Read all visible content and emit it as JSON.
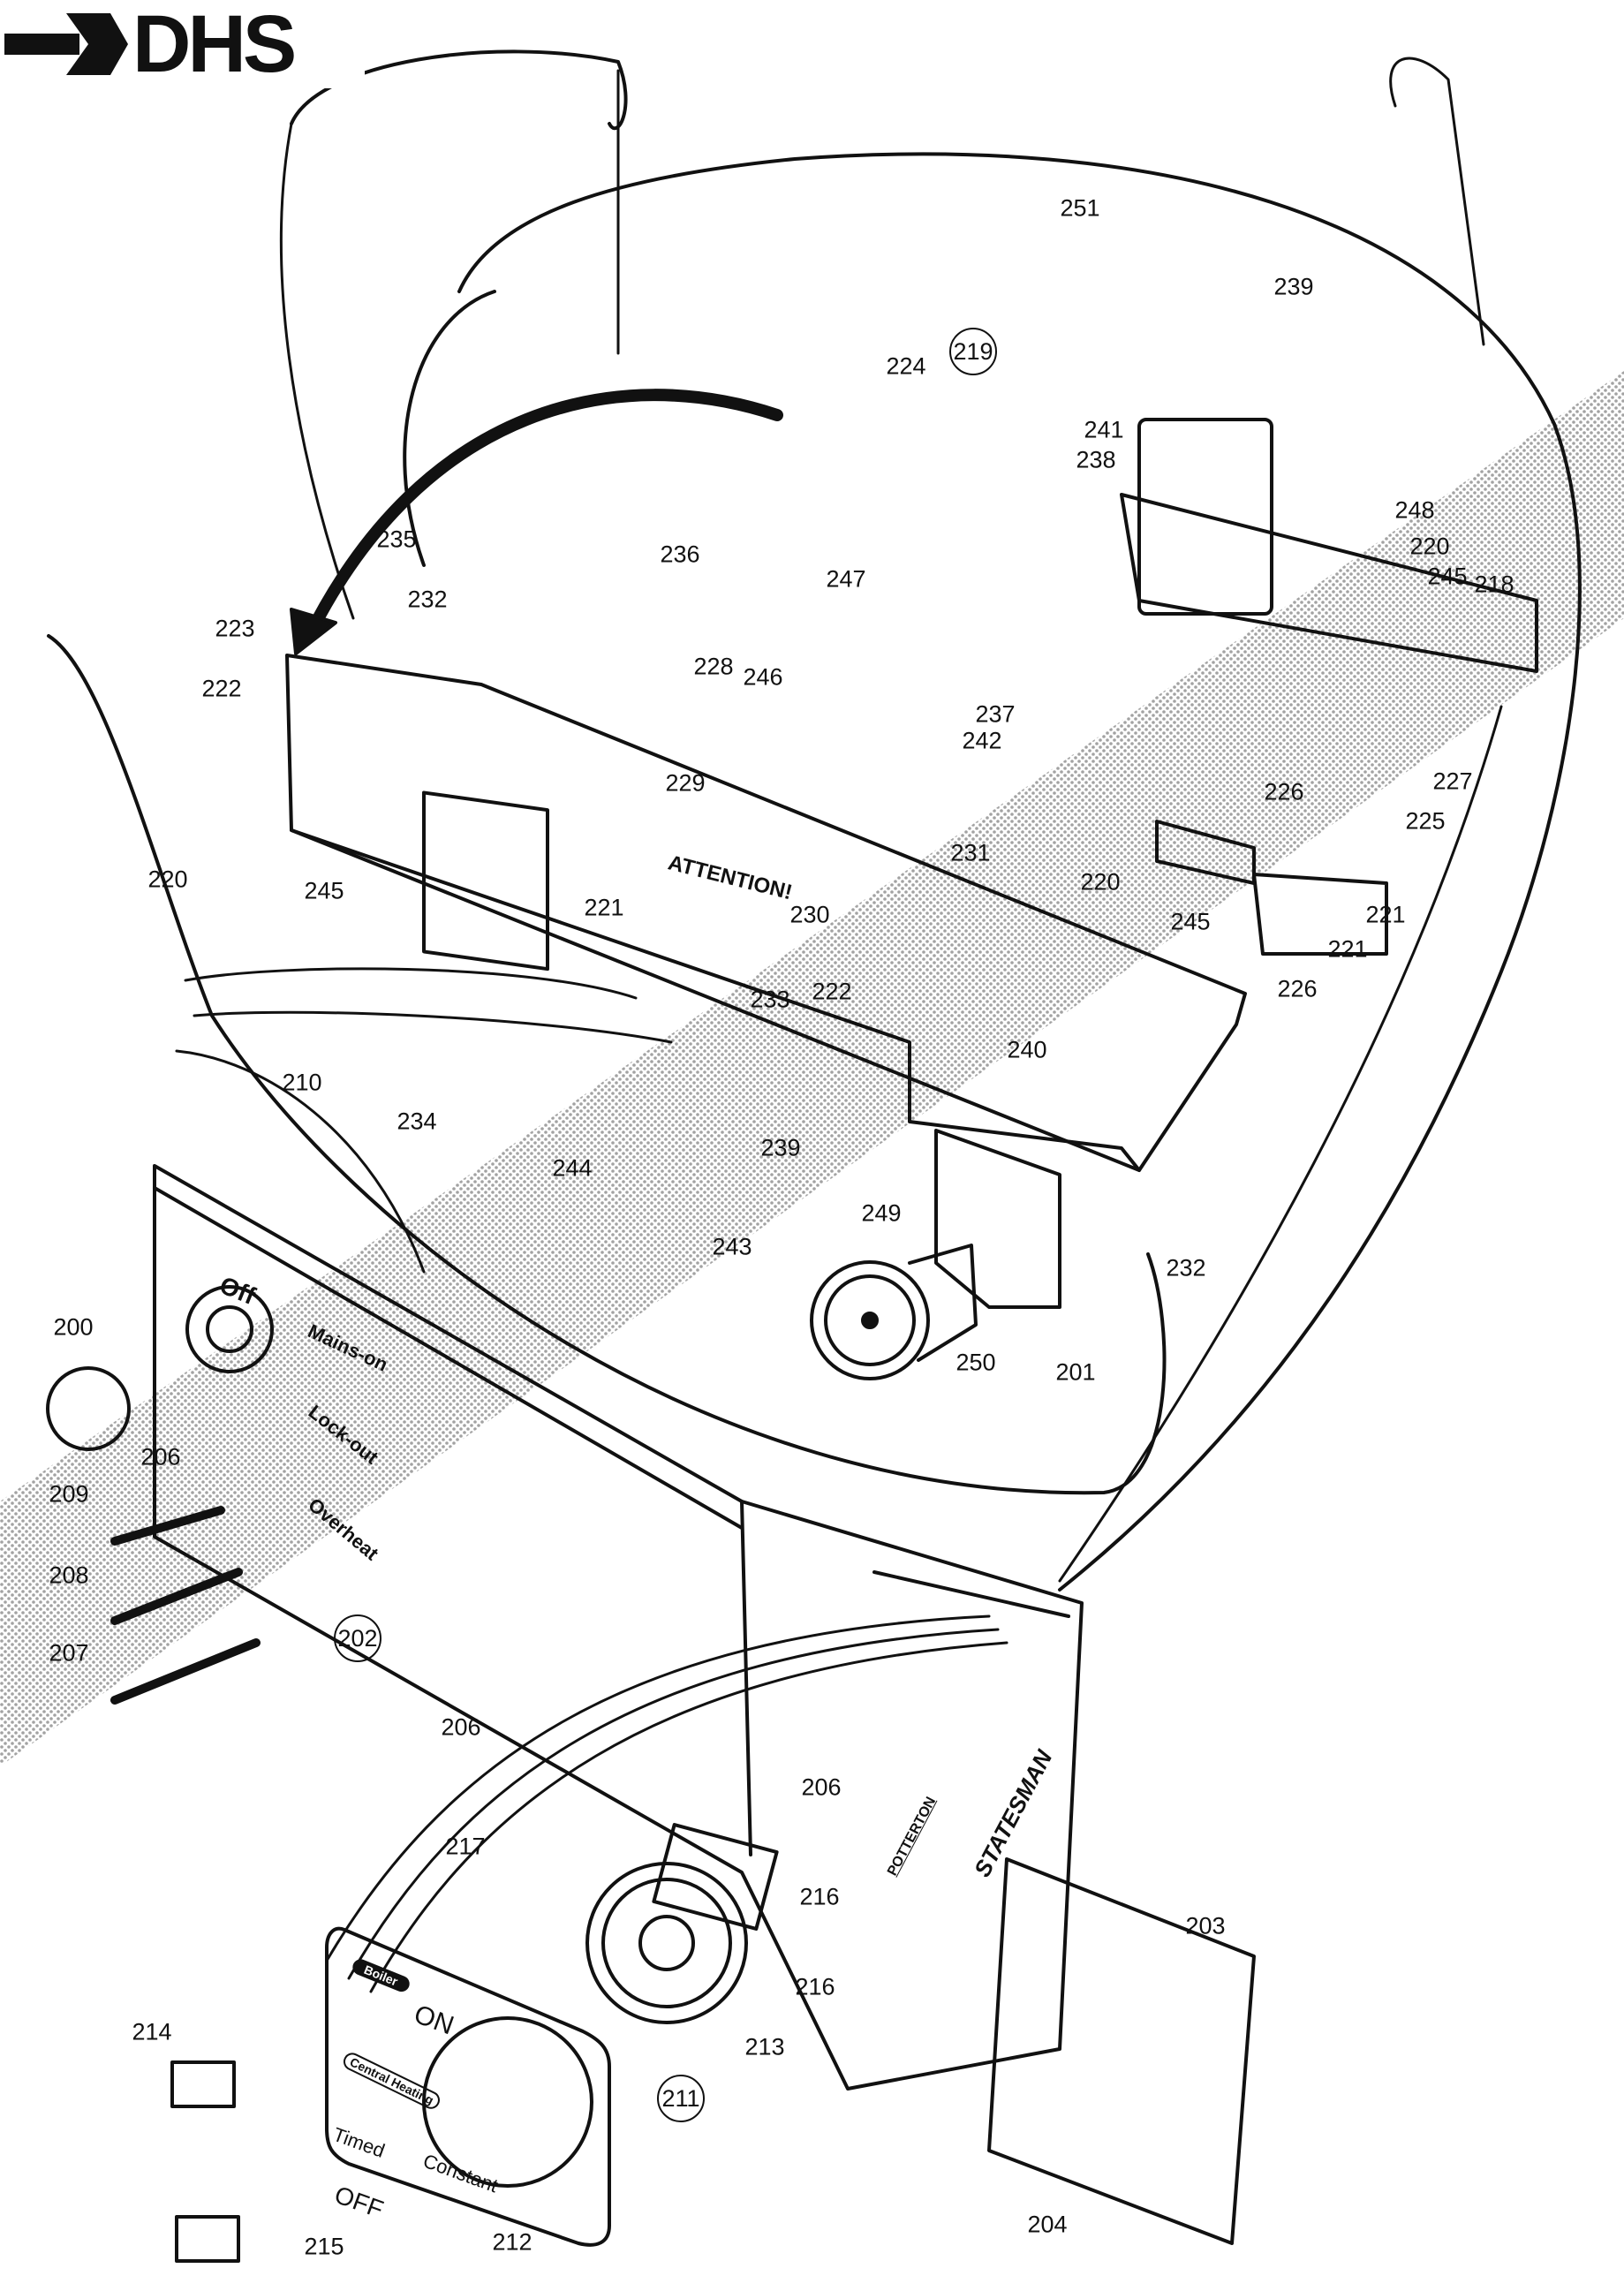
{
  "logo": {
    "text": "DHS"
  },
  "panel_text": {
    "off": "Off",
    "mains_on": "Mains-on",
    "lock_out": "Lock-out",
    "overheat": "Overheat",
    "attention": "ATTENTION!",
    "brand": "POTTERTON",
    "model": "STATESMAN",
    "boiler": "Boiler",
    "central_heating": "Central Heating",
    "on": "ON",
    "off_switch": "OFF",
    "timed": "Timed",
    "constant": "Constant"
  },
  "callouts": [
    {
      "text": "251"
    },
    {
      "text": "239"
    },
    {
      "text": "219",
      "circled": true
    },
    {
      "text": "224"
    },
    {
      "text": "241"
    },
    {
      "text": "238"
    },
    {
      "text": "248"
    },
    {
      "text": "220"
    },
    {
      "text": "245"
    },
    {
      "text": "218"
    },
    {
      "text": "235"
    },
    {
      "text": "236"
    },
    {
      "text": "247"
    },
    {
      "text": "232"
    },
    {
      "text": "223"
    },
    {
      "text": "222"
    },
    {
      "text": "228"
    },
    {
      "text": "246"
    },
    {
      "text": "237"
    },
    {
      "text": "242"
    },
    {
      "text": "226"
    },
    {
      "text": "227"
    },
    {
      "text": "225"
    },
    {
      "text": "229"
    },
    {
      "text": "231"
    },
    {
      "text": "220"
    },
    {
      "text": "245"
    },
    {
      "text": "220"
    },
    {
      "text": "230"
    },
    {
      "text": "221"
    },
    {
      "text": "221"
    },
    {
      "text": "221"
    },
    {
      "text": "245"
    },
    {
      "text": "222"
    },
    {
      "text": "233"
    },
    {
      "text": "226"
    },
    {
      "text": "240"
    },
    {
      "text": "210"
    },
    {
      "text": "234"
    },
    {
      "text": "239"
    },
    {
      "text": "244"
    },
    {
      "text": "249"
    },
    {
      "text": "243"
    },
    {
      "text": "232"
    },
    {
      "text": "200"
    },
    {
      "text": "250"
    },
    {
      "text": "201"
    },
    {
      "text": "206"
    },
    {
      "text": "209"
    },
    {
      "text": "208"
    },
    {
      "text": "202",
      "circled": true
    },
    {
      "text": "207"
    },
    {
      "text": "206"
    },
    {
      "text": "206"
    },
    {
      "text": "217"
    },
    {
      "text": "216"
    },
    {
      "text": "203"
    },
    {
      "text": "216"
    },
    {
      "text": "214"
    },
    {
      "text": "213"
    },
    {
      "text": "211",
      "circled": true
    },
    {
      "text": "212"
    },
    {
      "text": "215"
    },
    {
      "text": "204"
    }
  ]
}
